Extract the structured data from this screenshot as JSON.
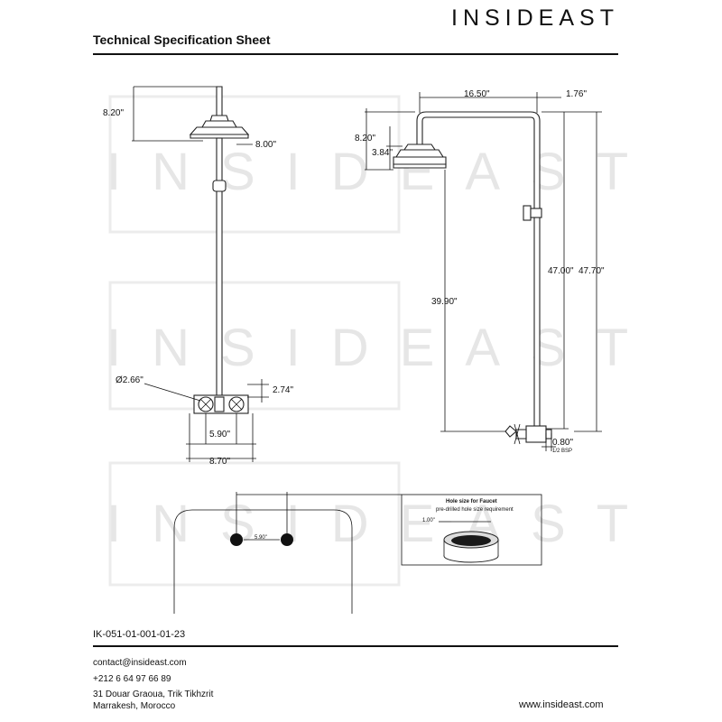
{
  "brand": {
    "logo": "INSIDEAST",
    "watermark": "INSIDEAST"
  },
  "header": {
    "title": "Technical Specification Sheet"
  },
  "front_view": {
    "height_label": "8.20\"",
    "head_label": "8.00\"",
    "diameter_label": "Ø2.66\"",
    "depth_label": "2.74\"",
    "centers_label": "5.90\"",
    "width_label": "8.70\""
  },
  "side_view": {
    "arm_label": "16.50\"",
    "offset_label": "1.76\"",
    "drop_label": "8.20\"",
    "head_height_label": "3.84\"",
    "head_to_valve_label": "39.90\"",
    "riser_label": "47.00\"",
    "total_label": "47.70\"",
    "inlet_label": "0.80\"",
    "inlet_sub_label": "1/2 BSP"
  },
  "install": {
    "spacing_label": "5.90\"",
    "hole_title": "Hole size for Faucet",
    "hole_subtitle": "pre-drilled hole size requirement",
    "hole_dim": "1.00\""
  },
  "footer": {
    "product_code": "IK-051-01-001-01-23",
    "email": "contact@insideast.com",
    "phone": "+212 6 64 97 66 89",
    "address_line1": "31 Douar Graoua, Trik Tikhzrit",
    "address_line2": "Marrakesh, Morocco",
    "website": "www.insideast.com"
  }
}
